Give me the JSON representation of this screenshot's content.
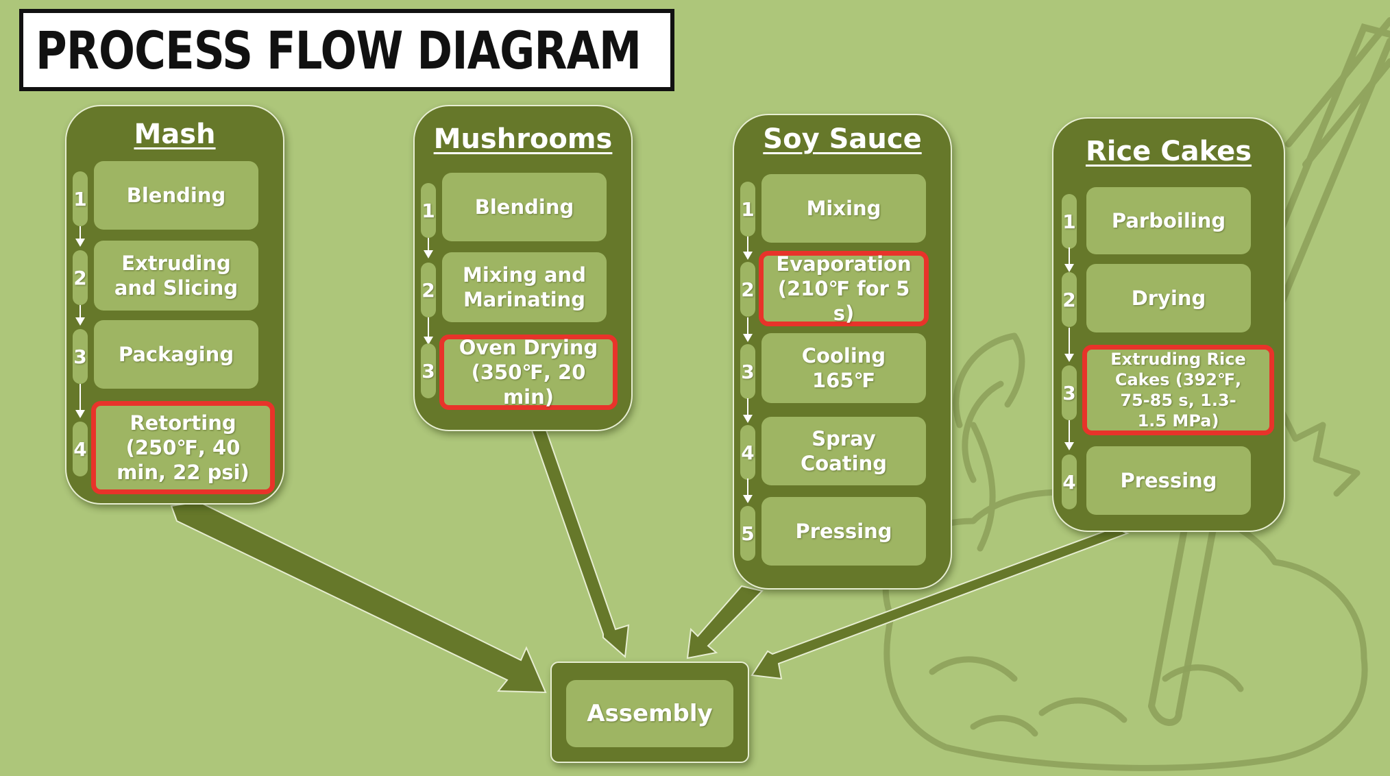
{
  "title": "PROCESS FLOW DIAGRAM",
  "colors": {
    "background": "#adc67a",
    "panel": "#66782a",
    "step": "#9eb563",
    "highlight": "#e8332a",
    "arrow": "#66782a"
  },
  "panels": [
    {
      "title": "Mash",
      "steps": [
        {
          "num": "1",
          "label": "Blending",
          "highlighted": false
        },
        {
          "num": "2",
          "label": "Extruding and Slicing",
          "highlighted": false
        },
        {
          "num": "3",
          "label": "Packaging",
          "highlighted": false
        },
        {
          "num": "4",
          "label": "Retorting (250℉, 40 min, 22 psi)",
          "highlighted": true
        }
      ]
    },
    {
      "title": "Mushrooms",
      "steps": [
        {
          "num": "1",
          "label": "Blending",
          "highlighted": false
        },
        {
          "num": "2",
          "label": "Mixing and Marinating",
          "highlighted": false
        },
        {
          "num": "3",
          "label": "Oven Drying (350℉, 20 min)",
          "highlighted": true
        }
      ]
    },
    {
      "title": "Soy Sauce",
      "steps": [
        {
          "num": "1",
          "label": "Mixing",
          "highlighted": false
        },
        {
          "num": "2",
          "label": "Evaporation (210℉ for 5 s)",
          "highlighted": true
        },
        {
          "num": "3",
          "label": "Cooling 165℉",
          "highlighted": false
        },
        {
          "num": "4",
          "label": "Spray Coating",
          "highlighted": false
        },
        {
          "num": "5",
          "label": "Pressing",
          "highlighted": false
        }
      ]
    },
    {
      "title": "Rice Cakes",
      "steps": [
        {
          "num": "1",
          "label": "Parboiling",
          "highlighted": false
        },
        {
          "num": "2",
          "label": "Drying",
          "highlighted": false
        },
        {
          "num": "3",
          "label": "Extruding Rice Cakes (392℉, 75-85 s, 1.3-1.5 MPa)",
          "highlighted": true
        },
        {
          "num": "4",
          "label": "Pressing",
          "highlighted": false
        }
      ]
    }
  ],
  "final_step": "Assembly"
}
